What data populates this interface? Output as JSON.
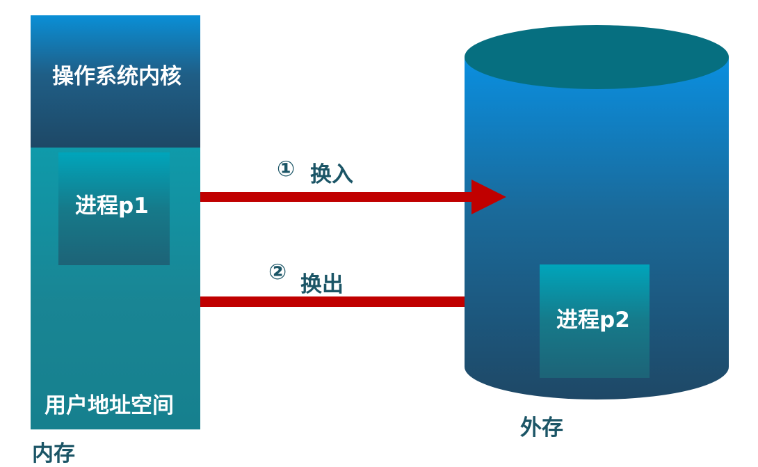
{
  "memory": {
    "kernel_label": "操作系统内核",
    "user_space_label": "用户地址空间",
    "caption": "内存"
  },
  "processes": {
    "p1_label": "进程p1",
    "p2_label": "进程p2"
  },
  "storage": {
    "caption": "外存"
  },
  "arrows": {
    "swap_in_number": "①",
    "swap_in_label": "换入",
    "swap_out_number": "②",
    "swap_out_label": "换出"
  },
  "colors": {
    "arrow": "#c00000",
    "text_dark": "#1b5566",
    "cylinder_top": "#066f80"
  }
}
